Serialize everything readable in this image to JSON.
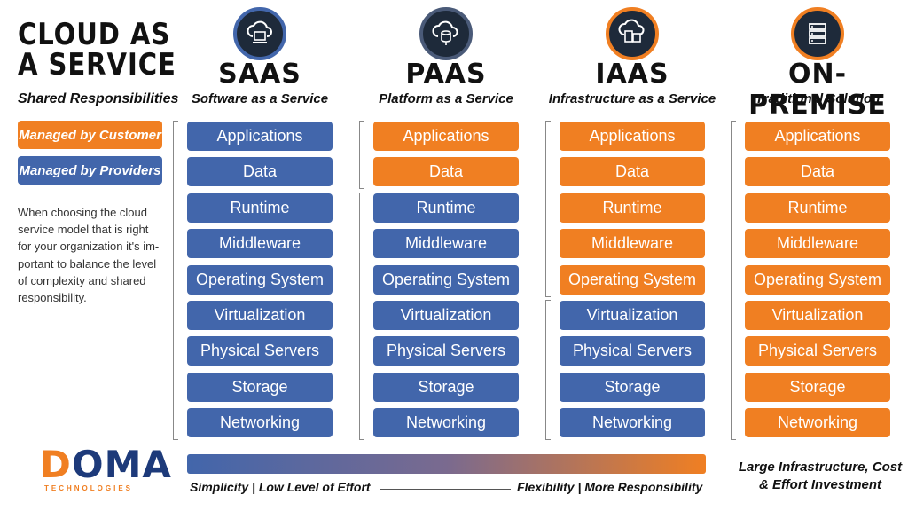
{
  "header": {
    "title_line1": "CLOUD AS",
    "title_line2": "A SERVICE",
    "subtitle": "Shared Responsibilities"
  },
  "legend": {
    "customer": "Managed by Customer",
    "providers": "Managed by Providers"
  },
  "description": "When choosing the cloud service model that is right for your organization it's im-portant to balance the level of complexity and shared responsibility.",
  "columns": [
    {
      "title": "SAAS",
      "subtitle": "Software as a Service",
      "icon": "cloud-computer-icon"
    },
    {
      "title": "PAAS",
      "subtitle": "Platform as a Service",
      "icon": "cloud-database-icon"
    },
    {
      "title": "IAAS",
      "subtitle": "Infrastructure as a Service",
      "icon": "cloud-servers-icon"
    },
    {
      "title": "ON-PREMISE",
      "subtitle": "Traditional Solution",
      "icon": "server-rack-icon"
    }
  ],
  "layers": [
    "Applications",
    "Data",
    "Runtime",
    "Middleware",
    "Operating System",
    "Virtualization",
    "Physical Servers",
    "Storage",
    "Networking"
  ],
  "managed_by_customer_counts": [
    0,
    2,
    5,
    9
  ],
  "colors": {
    "customer": "#f07f22",
    "provider": "#4266ab",
    "icon_bg": "#1e2a3a"
  },
  "scale": {
    "left": "Simplicity | Low Level of Effort",
    "right": "Flexibility | More Responsibility"
  },
  "onprem_note_line1": "Large Infrastructure, Cost",
  "onprem_note_line2": "& Effort Investment",
  "logo": {
    "name_d": "D",
    "name_rest": "OMA",
    "tagline": "TECHNOLOGIES"
  }
}
